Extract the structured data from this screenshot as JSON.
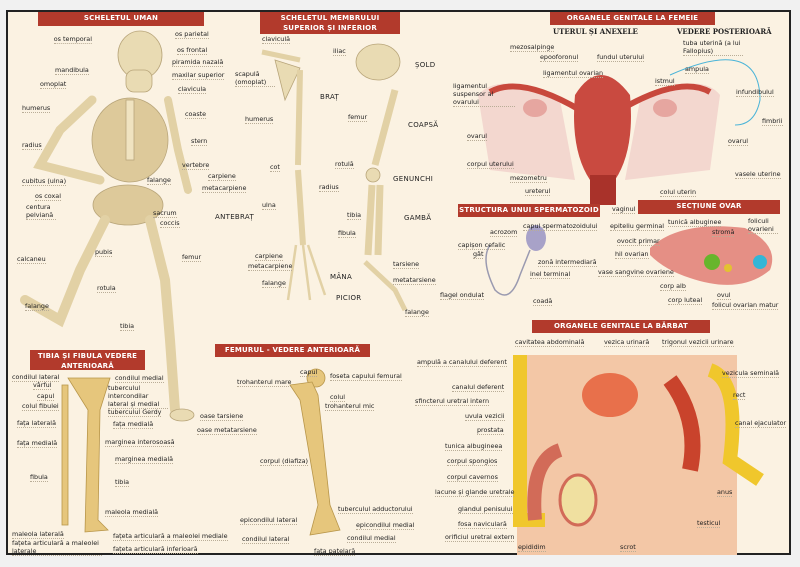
{
  "colors": {
    "header": "#b23a2c",
    "background": "#fbf2e2",
    "bone": "#e9dbb3"
  },
  "skeleton": {
    "title": "SCHELETUL UMAN",
    "labels": [
      "os temporal",
      "os parietal",
      "os frontal",
      "piramida nazală",
      "maxilar superior",
      "clavicula",
      "mandibula",
      "omoplat",
      "humerus",
      "coaste",
      "stern",
      "radius",
      "vertebre",
      "carpiene",
      "falange",
      "metacarpiene",
      "cubitus (ulna)",
      "os coxal",
      "centura pelviană",
      "sacrum",
      "coccis",
      "pubis",
      "calcaneu",
      "femur",
      "rotula",
      "falange",
      "tibia",
      "oase tarsiene",
      "oase metatarsiene"
    ]
  },
  "limbs": {
    "title": "SCHELETUL MEMBRULUI SUPERIOR ȘI INFERIOR",
    "labels": [
      "claviculă",
      "scapulă (omoplat)",
      "BRAȚ",
      "humerus",
      "cot",
      "radius",
      "ulna",
      "ANTEBRAȚ",
      "carpiene",
      "metacarpiene",
      "falange",
      "MÂNA",
      "iliac",
      "ȘOLD",
      "femur",
      "COAPSĂ",
      "rotulă",
      "GENUNCHI",
      "tibia",
      "GAMBĂ",
      "fibula",
      "tarsiene",
      "metatarsiene",
      "PICIOR",
      "falange"
    ]
  },
  "female": {
    "title": "ORGANELE GENITALE LA FEMEIE",
    "subtitle_left": "UTERUL ȘI ANEXELE",
    "subtitle_right": "VEDERE POSTERIOARĂ",
    "labels": [
      "tuba uterină (a lui Fallopius)",
      "mezosalpinge",
      "epooforonul",
      "fundul uterului",
      "ligamentul ovarian",
      "ampula",
      "istmul",
      "ligamentul suspensor al ovarului",
      "infundibulul",
      "ovarul",
      "fimbrii",
      "ovarul",
      "corpul uterului",
      "mezometru",
      "vasele uterine",
      "ureterul",
      "colul uterin",
      "vaginul"
    ]
  },
  "sperm": {
    "title": "STRUCTURA UNUI SPERMATOZOID",
    "labels": [
      "acrozom",
      "capul spermatozoidului",
      "capișon cefalic",
      "gât",
      "zonă intermediară",
      "inel terminal",
      "flagel ondulat",
      "coadă"
    ]
  },
  "ovary": {
    "title": "SECȚIUNE OVAR",
    "labels": [
      "epiteliu germinal",
      "tunică albuginee",
      "stromă",
      "foliculi ovarieni",
      "ovocit primar",
      "hil ovarian",
      "vase sangvine ovariene",
      "corp alb",
      "corp luteal",
      "ovul",
      "folicul ovarian matur"
    ]
  },
  "male": {
    "title": "ORGANELE GENITALE LA BĂRBAT",
    "labels": [
      "cavitatea abdominală",
      "vezica urinară",
      "trigonul vezicii urinare",
      "ampulă a canalului deferent",
      "vezicula seminală",
      "canalul deferent",
      "rect",
      "sfincterul uretral intern",
      "uvula vezicii",
      "canal ejaculator",
      "prostata",
      "tunica albugineea",
      "corpul spongios",
      "corpul cavernos",
      "anus",
      "lacune și glande uretrale",
      "glandul penisului",
      "testicul",
      "fosa naviculară",
      "orificiul uretral extern",
      "epididim",
      "scrot"
    ]
  },
  "tibia": {
    "title": "TIBIA ȘI FIBULA VEDERE ANTERIOARĂ",
    "labels": [
      "condilul lateral",
      "condilul medial",
      "vârful",
      "tuberculul intercondilar lateral și medial",
      "capul",
      "colul fibulei",
      "tuberculul Gerdy",
      "fața laterală",
      "fața medială",
      "marginea interosoasă",
      "fața medială",
      "marginea medială",
      "fibula",
      "tibia",
      "maleola medială",
      "maleola laterală",
      "fațeta articulară a maleolei mediale",
      "fațeta articulară a maleolei laterale",
      "fațeta articulară inferioară"
    ]
  },
  "femur": {
    "title": "FEMURUL - VEDERE ANTERIOARĂ",
    "labels": [
      "capul",
      "foseta capului femural",
      "trohanterul mare",
      "colul",
      "trohanterul mic",
      "corpul (diafiza)",
      "tuberculul adductorului",
      "epicondilul lateral",
      "epicondilul medial",
      "condilul lateral",
      "condilul medial",
      "fața patelară"
    ]
  }
}
